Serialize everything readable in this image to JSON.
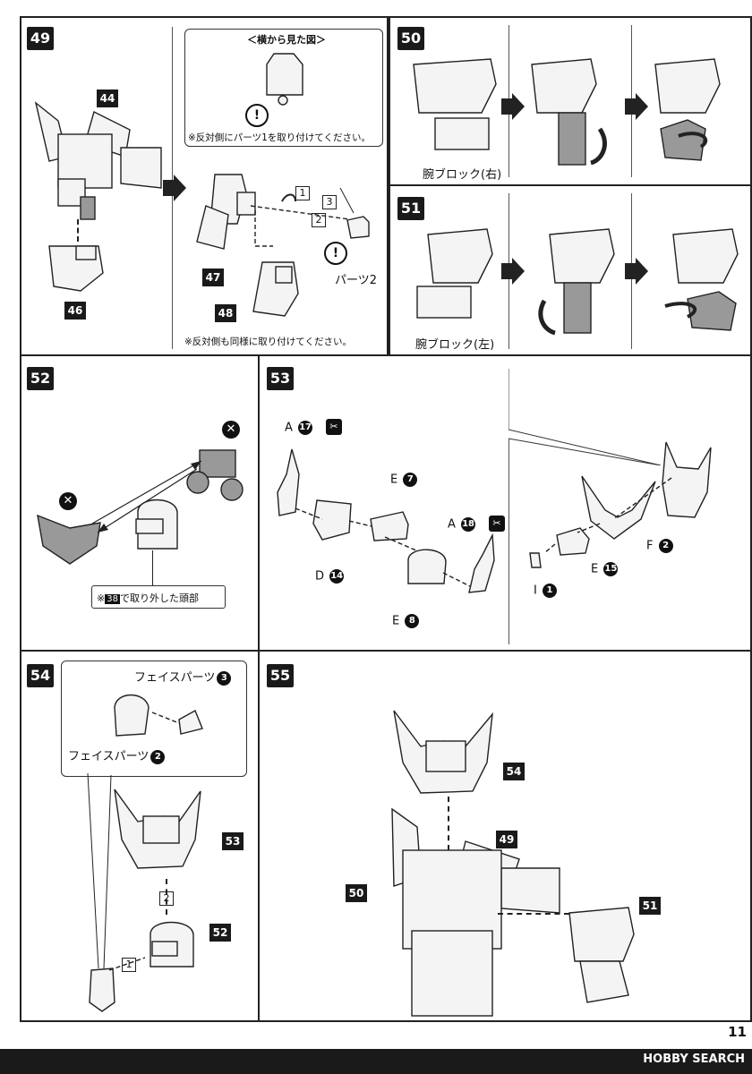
{
  "steps": {
    "s49": {
      "num": "49",
      "callouts": [
        "44",
        "46",
        "47",
        "48"
      ],
      "side_view_title": "＜横から見た図＞",
      "note_part1": "※反対側にパーツ1を取り付けてください。",
      "part2_label": "パーツ2",
      "note_same": "※反対側も同様に取り付けてください。",
      "seq": [
        "1",
        "2",
        "3"
      ]
    },
    "s50": {
      "num": "50",
      "caption": "腕ブロック(右)"
    },
    "s51": {
      "num": "51",
      "caption": "腕ブロック(左)"
    },
    "s52": {
      "num": "52",
      "note_prefix": "※",
      "note_ref": "38",
      "note_suffix": "で取り外した頭部"
    },
    "s53": {
      "num": "53",
      "labels": [
        {
          "letter": "A",
          "num": "17"
        },
        {
          "letter": "E",
          "num": "7"
        },
        {
          "letter": "A",
          "num": "18"
        },
        {
          "letter": "D",
          "num": "14"
        },
        {
          "letter": "E",
          "num": "8"
        },
        {
          "letter": "F",
          "num": "2"
        },
        {
          "letter": "E",
          "num": "15"
        },
        {
          "letter": "I",
          "num": "1"
        }
      ]
    },
    "s54": {
      "num": "54",
      "face3": "フェイスパーツ",
      "face3_num": "3",
      "face2": "フェイスパーツ",
      "face2_num": "2",
      "callouts": [
        "53",
        "52"
      ],
      "seq": [
        "2",
        "1"
      ]
    },
    "s55": {
      "num": "55",
      "callouts": [
        "54",
        "49",
        "50",
        "51"
      ]
    }
  },
  "footer": {
    "page": "11",
    "watermark": "HOBBY SEARCH"
  },
  "colors": {
    "frame": "#222222",
    "label_bg": "#1a1a1a"
  }
}
